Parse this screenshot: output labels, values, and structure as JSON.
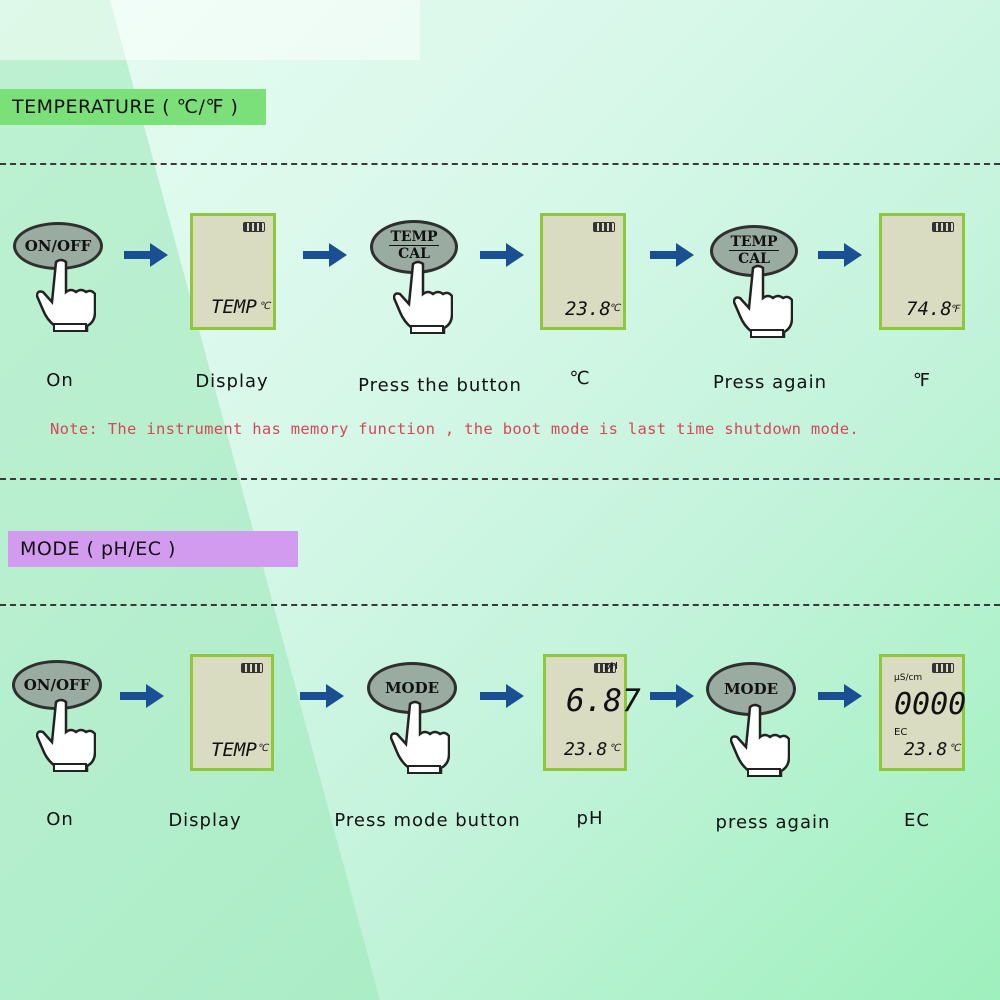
{
  "temperature_section": {
    "label": "TEMPERATURE ( ℃/℉ )",
    "label_color": "#7ce07a",
    "steps": [
      {
        "button": "ON/OFF",
        "caption": "On"
      },
      {
        "display": "TEMP",
        "display_unit": "℃",
        "caption": "Display"
      },
      {
        "button_top": "TEMP",
        "button_bottom": "CAL",
        "caption": "Press the button"
      },
      {
        "display": "23.8",
        "display_unit": "℃",
        "caption": "℃"
      },
      {
        "button_top": "TEMP",
        "button_bottom": "CAL",
        "caption": "Press again"
      },
      {
        "display": "74.8",
        "display_unit": "℉",
        "caption": "℉"
      }
    ]
  },
  "note": "Note: The instrument has memory function , the boot mode is last time shutdown mode.",
  "mode_section": {
    "label": "MODE ( pH/EC )",
    "label_color": "#d39bf0",
    "steps": [
      {
        "button": "ON/OFF",
        "caption": "On"
      },
      {
        "display": "TEMP",
        "display_unit": "℃",
        "caption": "Display"
      },
      {
        "button": "MODE",
        "caption": "Press mode button"
      },
      {
        "top_label": "pH",
        "main": "6.87",
        "display": "23.8",
        "display_unit": "℃",
        "caption": "pH"
      },
      {
        "button": "MODE",
        "caption": "press again"
      },
      {
        "top_label": "μS/cm",
        "main": "0000",
        "sub_label": "EC",
        "display": "23.8",
        "display_unit": "℃",
        "caption": "EC"
      }
    ]
  },
  "colors": {
    "arrow": "#1a4f93",
    "lcd_border": "#8fc63b",
    "lcd_bg": "#d9dcc0",
    "note": "#d04a5a"
  },
  "icons": [
    "pointing-hand-icon",
    "right-arrow-icon",
    "battery-icon"
  ]
}
